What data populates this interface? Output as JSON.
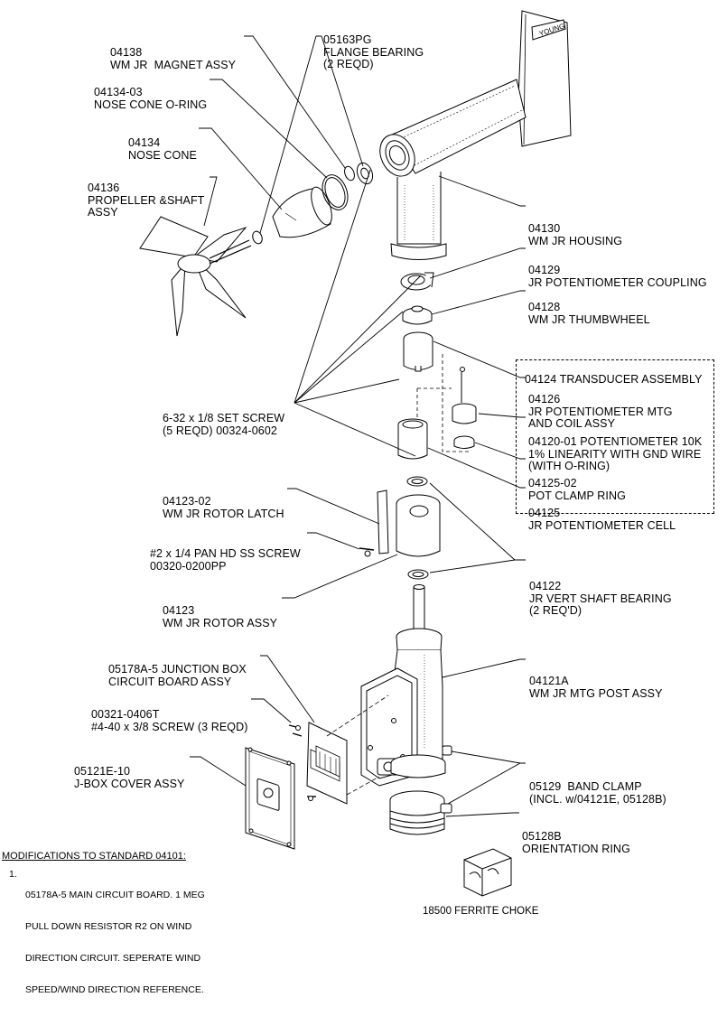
{
  "labels": {
    "magnet": [
      "04138",
      "WM JR  MAGNET ASSY"
    ],
    "flange": [
      "05163PG",
      "FLANGE BEARING",
      "(2 REQD)"
    ],
    "oring": [
      "04134-03",
      "NOSE CONE O-RING"
    ],
    "nosecone": [
      "04134",
      "NOSE CONE"
    ],
    "propeller": [
      "04136",
      "PROPELLER &SHAFT",
      "ASSY"
    ],
    "housing": [
      "04130",
      "WM JR HOUSING"
    ],
    "coupling": [
      "04129",
      "JR POTENTIOMETER COUPLING"
    ],
    "thumbwheel": [
      "04128",
      "WM JR THUMBWHEEL"
    ],
    "transducer": [
      "04124 TRANSDUCER ASSEMBLY"
    ],
    "potmtg": [
      "04126",
      "JR POTENTIOMETER MTG",
      "AND COIL ASSY"
    ],
    "potentiometer": [
      "04120-01 POTENTIOMETER 10K",
      "1% LINEARITY WITH GND WIRE",
      "(WITH O-RING)"
    ],
    "clampring": [
      "04125-02",
      "POT CLAMP RING"
    ],
    "potcell": [
      "04125",
      "JR POTENTIOMETER CELL"
    ],
    "setscrew": [
      "6-32 x 1/8 SET SCREW",
      "(5 REQD) 00324-0602"
    ],
    "latch": [
      "04123-02",
      "WM JR ROTOR LATCH"
    ],
    "panscrew": [
      "#2 x 1/4 PAN HD SS SCREW",
      "00320-0200PP"
    ],
    "rotor": [
      "04123",
      "WM JR ROTOR ASSY"
    ],
    "vertbearing": [
      "04122",
      "JR VERT SHAFT BEARING",
      "(2 REQ'D)"
    ],
    "junction": [
      "05178A-5 JUNCTION BOX",
      "CIRCUIT BOARD ASSY"
    ],
    "mtgpost": [
      "04121A",
      "WM JR MTG POST ASSY"
    ],
    "screw440": [
      "00321-0406T",
      "#4-40 x 3/8 SCREW (3 REQD)"
    ],
    "cover": [
      "05121E-10",
      "J-BOX COVER ASSY"
    ],
    "bandclamp": [
      "05129  BAND CLAMP",
      "(INCL. w/04121E, 05128B)"
    ],
    "orientation": [
      "05128B",
      "ORIENTATION RING"
    ]
  },
  "notes": {
    "title": "MODIFICATIONS TO STANDARD 04101:",
    "items": [
      {
        "num": "1.",
        "lines": [
          "05178A-5 MAIN CIRCUIT BOARD. 1 MEG",
          "PULL DOWN RESISTOR R2 ON WIND",
          "DIRECTION CIRCUIT. SEPERATE WIND",
          "SPEED/WIND DIRECTION REFERENCE."
        ]
      }
    ]
  },
  "ferrite_choke": "18500 FERRITE CHOKE",
  "tail_logo": "YOUNG"
}
